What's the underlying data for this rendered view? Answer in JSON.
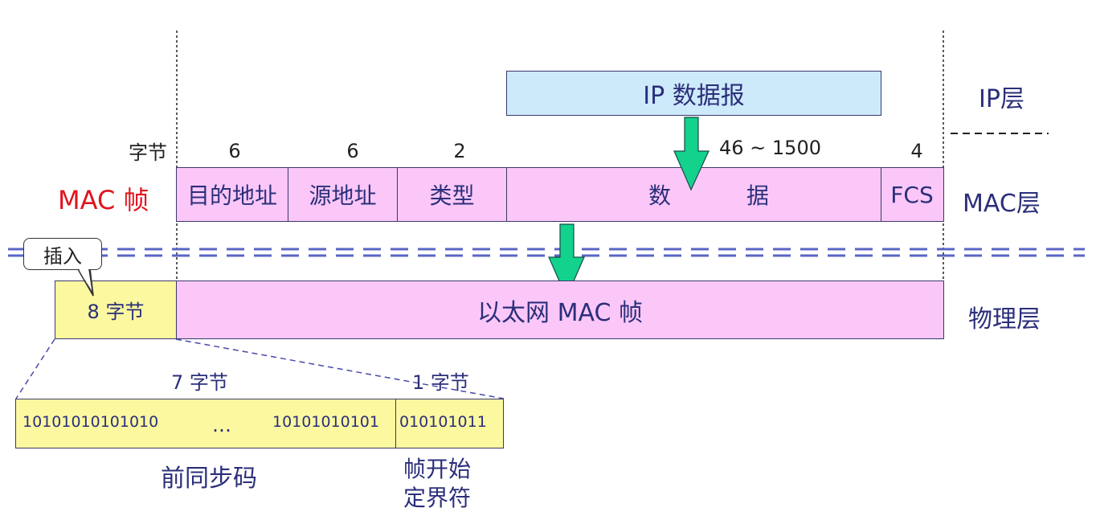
{
  "ip_datagram": "IP 数据报",
  "layers": {
    "ip": "IP层",
    "mac": "MAC层",
    "physical": "物理层"
  },
  "mac_frame_label": "MAC 帧",
  "byte_unit_label": "字节",
  "field_sizes": {
    "dest": "6",
    "src": "6",
    "type": "2",
    "data": "46 ~ 1500",
    "fcs": "4"
  },
  "fields": {
    "dest": "目的地址",
    "src": "源地址",
    "type": "类型",
    "data_left": "数",
    "data_right": "据",
    "fcs": "FCS"
  },
  "insert_callout": "插入",
  "preamble_box": "8 字节",
  "ethernet_mac_frame": "以太网 MAC 帧",
  "preamble_bytes": "7 字节",
  "sfd_bytes": "1 字节",
  "bits": {
    "first": "10101010101010",
    "ellipsis": "…",
    "last": "10101010101",
    "sfd": "010101011"
  },
  "captions": {
    "preamble": "前同步码",
    "sfd_line1": "帧开始",
    "sfd_line2": "定界符"
  },
  "colors": {
    "pink": "#fbc7f8",
    "yellow": "#fbf8a0",
    "ip_box": "#cdeafb",
    "arrow": "#13d28c",
    "navy": "#2b2f7a",
    "red": "#e0141e"
  }
}
